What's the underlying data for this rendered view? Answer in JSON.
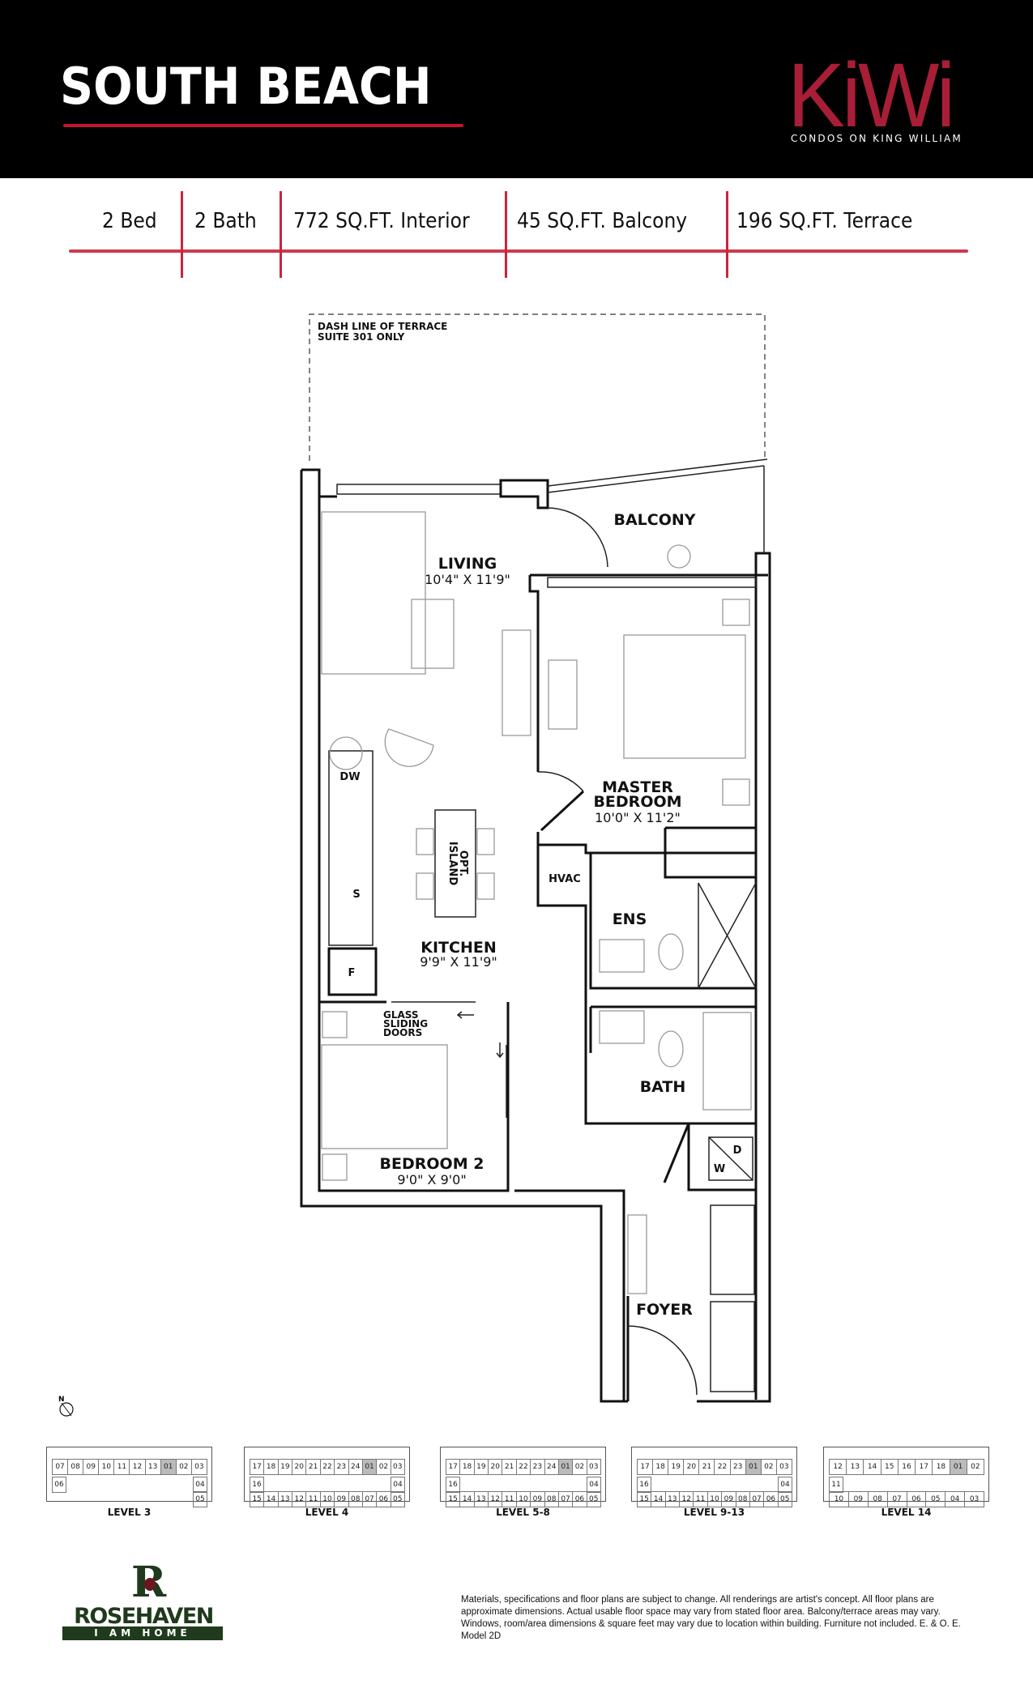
{
  "header": {
    "title": "SOUTH BEACH",
    "logo_text": "KiWi",
    "logo_subtitle": "CONDOS ON KING WILLIAM",
    "brand_color": "#a81e37"
  },
  "specs": [
    "2 Bed",
    "2 Bath",
    "772 SQ.FT. Interior",
    "45 SQ.FT. Balcony",
    "196 SQ.FT. Terrace"
  ],
  "plan": {
    "terrace_note": [
      "DASH LINE OF TERRACE",
      "SUITE 301 ONLY"
    ],
    "rooms": {
      "living": {
        "name": "LIVING",
        "dims": "10'4\" X 11'9\""
      },
      "balcony": {
        "name": "BALCONY"
      },
      "master": {
        "name_1": "MASTER",
        "name_2": "BEDROOM",
        "dims": "10'0\" X 11'2\""
      },
      "kitchen": {
        "name": "KITCHEN",
        "dims": "9'9\" X 11'9\""
      },
      "bedroom2": {
        "name": "BEDROOM 2",
        "dims": "9'0\" X 9'0\""
      },
      "ens": {
        "name": "ENS"
      },
      "bath": {
        "name": "BATH"
      },
      "foyer": {
        "name": "FOYER"
      },
      "hvac": {
        "name": "HVAC"
      }
    },
    "appliances": {
      "dw": "DW",
      "stove": "S",
      "fridge": "F",
      "dryer": "D",
      "washer": "W"
    },
    "island": [
      "OPT.",
      "ISLAND"
    ],
    "sliding_doors": [
      "GLASS",
      "SLIDING",
      "DOORS"
    ],
    "compass": "N"
  },
  "key_plans": [
    {
      "label": "LEVEL 3",
      "top": [
        "07",
        "08",
        "09",
        "10",
        "11",
        "12",
        "13",
        "01",
        "02",
        "03"
      ],
      "mid": [
        "06",
        "04"
      ],
      "bottom": [
        "05"
      ],
      "highlight": "01"
    },
    {
      "label": "LEVEL 4",
      "top": [
        "17",
        "18",
        "19",
        "20",
        "21",
        "22",
        "23",
        "24",
        "01",
        "02",
        "03"
      ],
      "mid": [
        "16",
        "04"
      ],
      "bottom": [
        "15",
        "14",
        "13",
        "12",
        "11",
        "10",
        "09",
        "08",
        "07",
        "06",
        "05"
      ],
      "highlight": "01"
    },
    {
      "label": "LEVEL 5-8",
      "top": [
        "17",
        "18",
        "19",
        "20",
        "21",
        "22",
        "23",
        "24",
        "01",
        "02",
        "03"
      ],
      "mid": [
        "16",
        "04"
      ],
      "bottom": [
        "15",
        "14",
        "13",
        "12",
        "11",
        "10",
        "09",
        "08",
        "07",
        "06",
        "05"
      ],
      "highlight": "01"
    },
    {
      "label": "LEVEL 9-13",
      "top": [
        "17",
        "18",
        "19",
        "20",
        "21",
        "22",
        "23",
        "01",
        "02",
        "03"
      ],
      "mid": [
        "16",
        "04"
      ],
      "bottom": [
        "15",
        "14",
        "13",
        "12",
        "11",
        "10",
        "09",
        "08",
        "07",
        "06",
        "05"
      ],
      "highlight": "01"
    },
    {
      "label": "LEVEL 14",
      "top": [
        "12",
        "13",
        "14",
        "15",
        "16",
        "17",
        "18",
        "01",
        "02"
      ],
      "mid": [
        "11"
      ],
      "bottom": [
        "10",
        "09",
        "08",
        "07",
        "06",
        "05",
        "04",
        "03"
      ],
      "highlight": "01"
    }
  ],
  "footer": {
    "builder_name": "ROSEHAVEN",
    "builder_initial": "R",
    "builder_tagline": "I AM HOME",
    "disclaimer": "Materials, specifications and floor plans are subject to change. All renderings are artist's concept. All floor plans are approximate dimensions. Actual usable floor space may vary from stated floor area. Balcony/terrace areas may vary. Windows, room/area dimensions & square feet may vary due to location within building. Furniture not included. E. & O. E. Model 2D"
  }
}
